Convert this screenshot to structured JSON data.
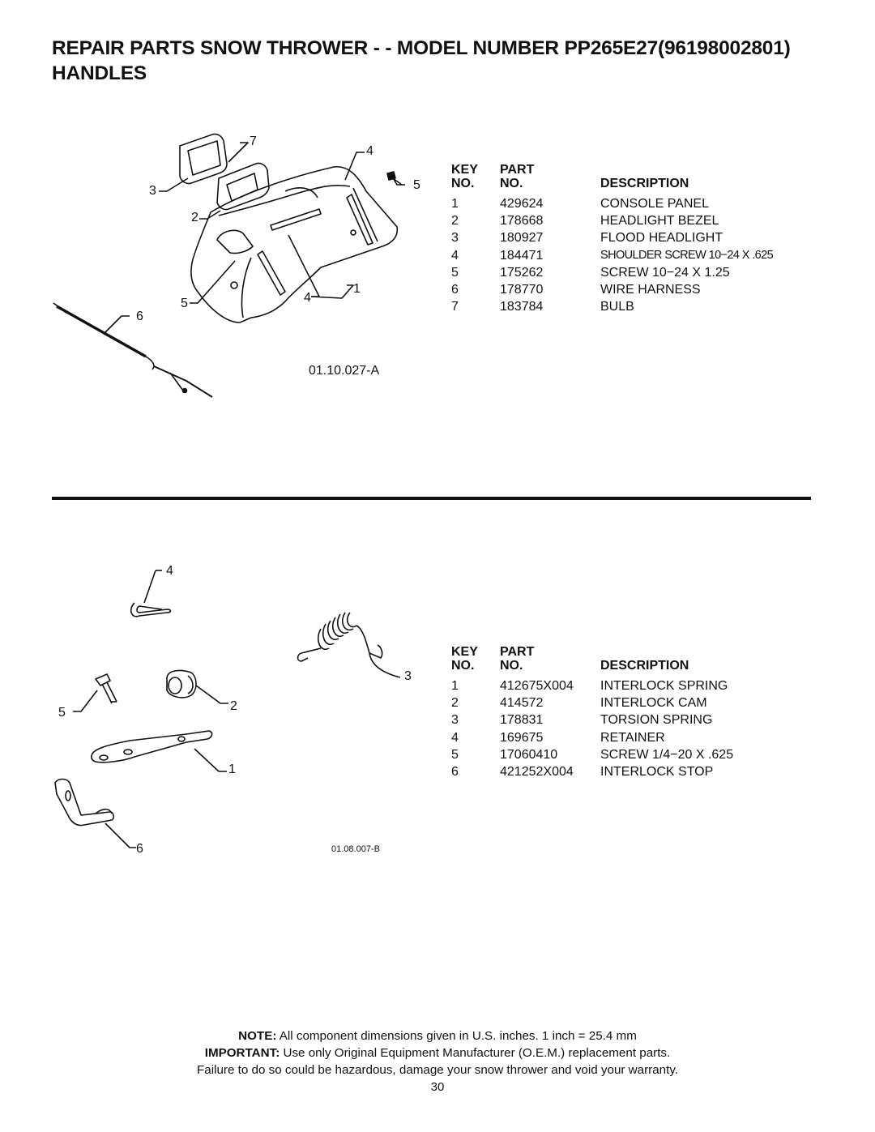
{
  "header": {
    "title_line1": "REPAIR PARTS  SNOW THROWER - - MODEL NUMBER  PP265E27(96198002801)",
    "title_line2": "HANDLES"
  },
  "section1": {
    "callouts": [
      "7",
      "4",
      "3",
      "5",
      "2",
      "5",
      "4",
      "1",
      "6"
    ],
    "ref_code": "01.10.027-A",
    "table": {
      "col_key": [
        "KEY",
        "NO."
      ],
      "col_part": [
        "PART",
        "NO."
      ],
      "col_desc": "DESCRIPTION",
      "rows": [
        {
          "key": "1",
          "part": "429624",
          "desc": "CONSOLE PANEL"
        },
        {
          "key": "2",
          "part": "178668",
          "desc": "HEADLIGHT BEZEL"
        },
        {
          "key": "3",
          "part": "180927",
          "desc": "FLOOD HEADLIGHT"
        },
        {
          "key": "4",
          "part": "184471",
          "desc": "SHOULDER SCREW 10−24 X .625"
        },
        {
          "key": "5",
          "part": "175262",
          "desc": "SCREW 10−24 X 1.25"
        },
        {
          "key": "6",
          "part": "178770",
          "desc": "WIRE HARNESS"
        },
        {
          "key": "7",
          "part": "183784",
          "desc": "BULB"
        }
      ]
    }
  },
  "section2": {
    "callouts": [
      "4",
      "3",
      "5",
      "2",
      "1",
      "6"
    ],
    "ref_code": "01.08.007-B",
    "table": {
      "col_key": [
        "KEY",
        "NO."
      ],
      "col_part": [
        "PART",
        "NO."
      ],
      "col_desc": "DESCRIPTION",
      "rows": [
        {
          "key": "1",
          "part": "412675X004",
          "desc": "INTERLOCK SPRING"
        },
        {
          "key": "2",
          "part": "414572",
          "desc": "INTERLOCK CAM"
        },
        {
          "key": "3",
          "part": "178831",
          "desc": "TORSION SPRING"
        },
        {
          "key": "4",
          "part": "169675",
          "desc": "RETAINER"
        },
        {
          "key": "5",
          "part": "17060410",
          "desc": "SCREW 1/4−20 X .625"
        },
        {
          "key": "6",
          "part": "421252X004",
          "desc": "INTERLOCK STOP"
        }
      ]
    }
  },
  "notes": {
    "note_label": "NOTE:",
    "note_text": " All component dimensions given in U.S. inches.    1 inch = 25.4 mm",
    "important_label": "IMPORTANT:",
    "important_text": " Use only Original Equipment Manufacturer (O.E.M.) replacement parts.",
    "warning_text": "Failure to do so could be hazardous, damage your snow thrower and void your warranty."
  },
  "page_number": "30"
}
